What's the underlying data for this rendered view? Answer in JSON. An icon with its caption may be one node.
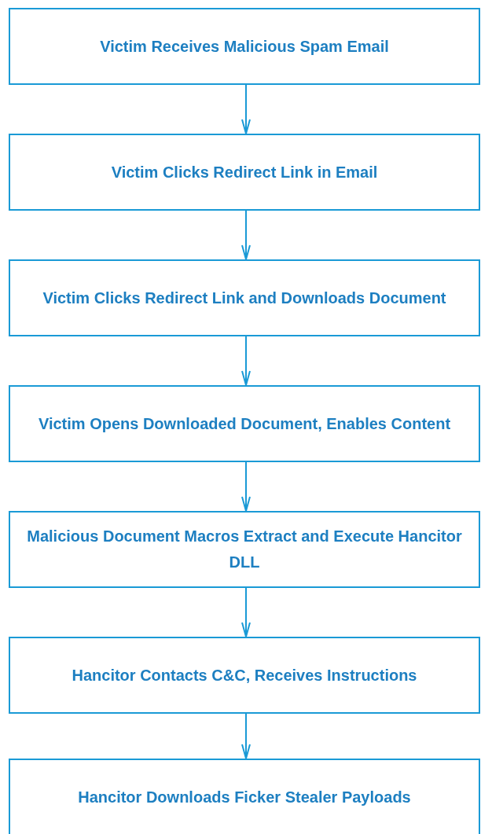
{
  "diagram": {
    "nodes": [
      {
        "text": [
          "Victim Receives Malicious Spam Email"
        ]
      },
      {
        "text": [
          "Victim Clicks Redirect Link in Email"
        ]
      },
      {
        "text": [
          "Victim Clicks Redirect Link and Downloads Document"
        ]
      },
      {
        "text": [
          "Victim Opens Downloaded Document, Enables Content"
        ]
      },
      {
        "text": [
          "Malicious Document Macros Extract and Execute Hancitor DLL"
        ]
      },
      {
        "text": [
          "Hancitor Contacts C&C, Receives Instructions"
        ]
      },
      {
        "text": [
          "Hancitor Downloads Ficker Stealer Payloads"
        ]
      }
    ],
    "edges": [
      {
        "from": 0,
        "to": 1,
        "arrow": "to"
      },
      {
        "from": 1,
        "to": 2,
        "arrow": "to"
      },
      {
        "from": 2,
        "to": 3,
        "arrow": "to"
      },
      {
        "from": 3,
        "to": 4,
        "arrow": "to"
      },
      {
        "from": 4,
        "to": 5,
        "arrow": "to"
      },
      {
        "from": 5,
        "to": 6,
        "arrow": "to"
      }
    ]
  }
}
